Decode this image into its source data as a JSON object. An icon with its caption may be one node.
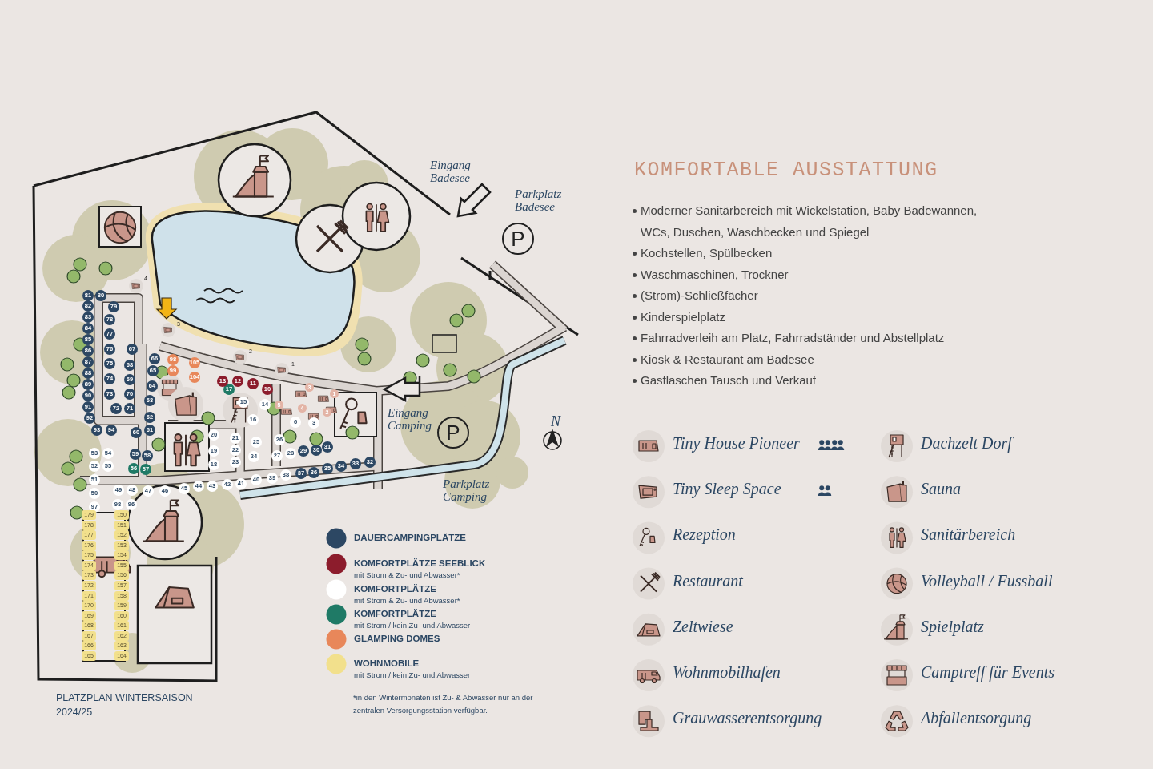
{
  "diagram": {
    "title": "KOMFORTABLE AUSSTATTUNG",
    "caption": "PLATZPLAN WINTERSAISON 2024/25",
    "labels": [
      "Eingang Badesee",
      "Parkplatz Badesee",
      "P",
      "Eingang Camping",
      "P",
      "Parkplatz Camping",
      "N",
      "81",
      "82",
      "83",
      "84",
      "85",
      "86",
      "87",
      "88",
      "89",
      "90",
      "91",
      "92",
      "80",
      "79",
      "78",
      "77",
      "76",
      "75",
      "74",
      "73",
      "72",
      "67",
      "68",
      "69",
      "70",
      "71",
      "66",
      "65",
      "64",
      "63",
      "62",
      "61",
      "60",
      "59",
      "58",
      "93",
      "94",
      "56",
      "57",
      "17",
      "53",
      "54",
      "52",
      "55",
      "51",
      "50",
      "97",
      "49",
      "48",
      "47",
      "46",
      "45",
      "44",
      "43",
      "42",
      "41",
      "40",
      "39",
      "38",
      "98",
      "96",
      "15",
      "14",
      "16",
      "6",
      "3",
      "20",
      "21",
      "25",
      "19",
      "22",
      "24",
      "18",
      "23",
      "26",
      "27",
      "28",
      "29",
      "30",
      "31",
      "37",
      "36",
      "35",
      "34",
      "33",
      "32",
      "13",
      "12",
      "11",
      "10",
      "98",
      "99",
      "105",
      "104",
      "3",
      "1",
      "5",
      "4",
      "2",
      "4",
      "3",
      "2",
      "1",
      "179",
      "178",
      "177",
      "176",
      "175",
      "174",
      "173",
      "172",
      "171",
      "170",
      "169",
      "168",
      "167",
      "166",
      "165",
      "150",
      "151",
      "152",
      "153",
      "154",
      "155",
      "156",
      "157",
      "158",
      "159",
      "160",
      "161",
      "162",
      "163",
      "164",
      "mit Strom & Zu- und Abwasser*",
      "mit Strom & Zu- und Abwasser*",
      "mit Strom / kein Zu- und Abwasser",
      "mit Strom / kein Zu- und Abwasser",
      "*in den Wintermonaten ist Zu- & Abwasser nur an der zentralen Versorgungsstation verfügbar.",
      "Moderner Sanitärbereich mit Wickelstation, Baby Badewannen, WCs, Duschen, Waschbecken und Spiegel",
      "Kochstellen, Spülbecken",
      "Waschmaschinen, Trockner",
      "(Strom)-Schließfächer",
      "Kinderspielplatz",
      "Fahrradverleih am Platz, Fahrradständer und Abstellplatz",
      "Kiosk & Restaurant am Badesee",
      "Gasflaschen Tausch und Verkauf"
    ],
    "legend": [
      {
        "text": "DAUERCAMPINGPLÄTZE",
        "color": "#2c4763"
      },
      {
        "text": "KOMFORTPLÄTZE SEEBLICK",
        "color": "#8c1c2c"
      },
      {
        "text": "KOMFORTPLÄTZE",
        "color": "#ffffff"
      },
      {
        "text": "KOMFORTPLÄTZE",
        "color": "#1f7a66"
      },
      {
        "text": "GLAMPING DOMES",
        "color": "#e8875a"
      },
      {
        "text": "WOHNMOBILE",
        "color": "#f2e08c"
      },
      {
        "text": "Tiny House Pioneer"
      },
      {
        "text": "Dachzelt Dorf"
      },
      {
        "text": "Tiny Sleep Space"
      },
      {
        "text": "Sauna"
      },
      {
        "text": "Rezeption"
      },
      {
        "text": "Sanitärbereich"
      },
      {
        "text": "Restaurant"
      },
      {
        "text": "Volleyball / Fussball"
      },
      {
        "text": "Zeltwiese"
      },
      {
        "text": "Spielplatz"
      },
      {
        "text": "Wohnmobilhafen"
      },
      {
        "text": "Camptreff für Events"
      },
      {
        "text": "Grauwasserentsorgung"
      },
      {
        "text": "Abfallentsorgung"
      }
    ]
  }
}
